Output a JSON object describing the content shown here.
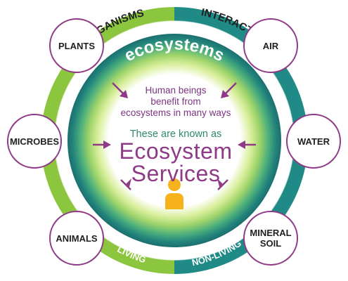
{
  "ring": {
    "title": "ecosystems",
    "top_left_label": "ORGANISMS",
    "top_right_label": "INTERACTION",
    "bottom_left_label": "LIVING",
    "bottom_right_label": "NON-LIVING"
  },
  "center": {
    "intro_lines": [
      "Human beings",
      "benefit from",
      "ecosystems in many ways"
    ],
    "known_as": "These are known as",
    "title_line1": "Ecosystem",
    "title_line2": "Services",
    "person_icon": "person-icon"
  },
  "nodes": {
    "plants": "PLANTS",
    "microbes": "MICROBES",
    "animals": "ANIMALS",
    "air": "AIR",
    "water": "WATER",
    "mineral_soil": [
      "MINERAL",
      "SOIL"
    ]
  },
  "colors": {
    "living_green": "#8cc63f",
    "nonliving_teal": "#1f8a86",
    "inner_dark_teal": "#1b6f6e",
    "purple": "#8e3a86",
    "intro_text": "#7c3482",
    "known_text": "#2e8a6e",
    "person": "#f6b21b"
  }
}
